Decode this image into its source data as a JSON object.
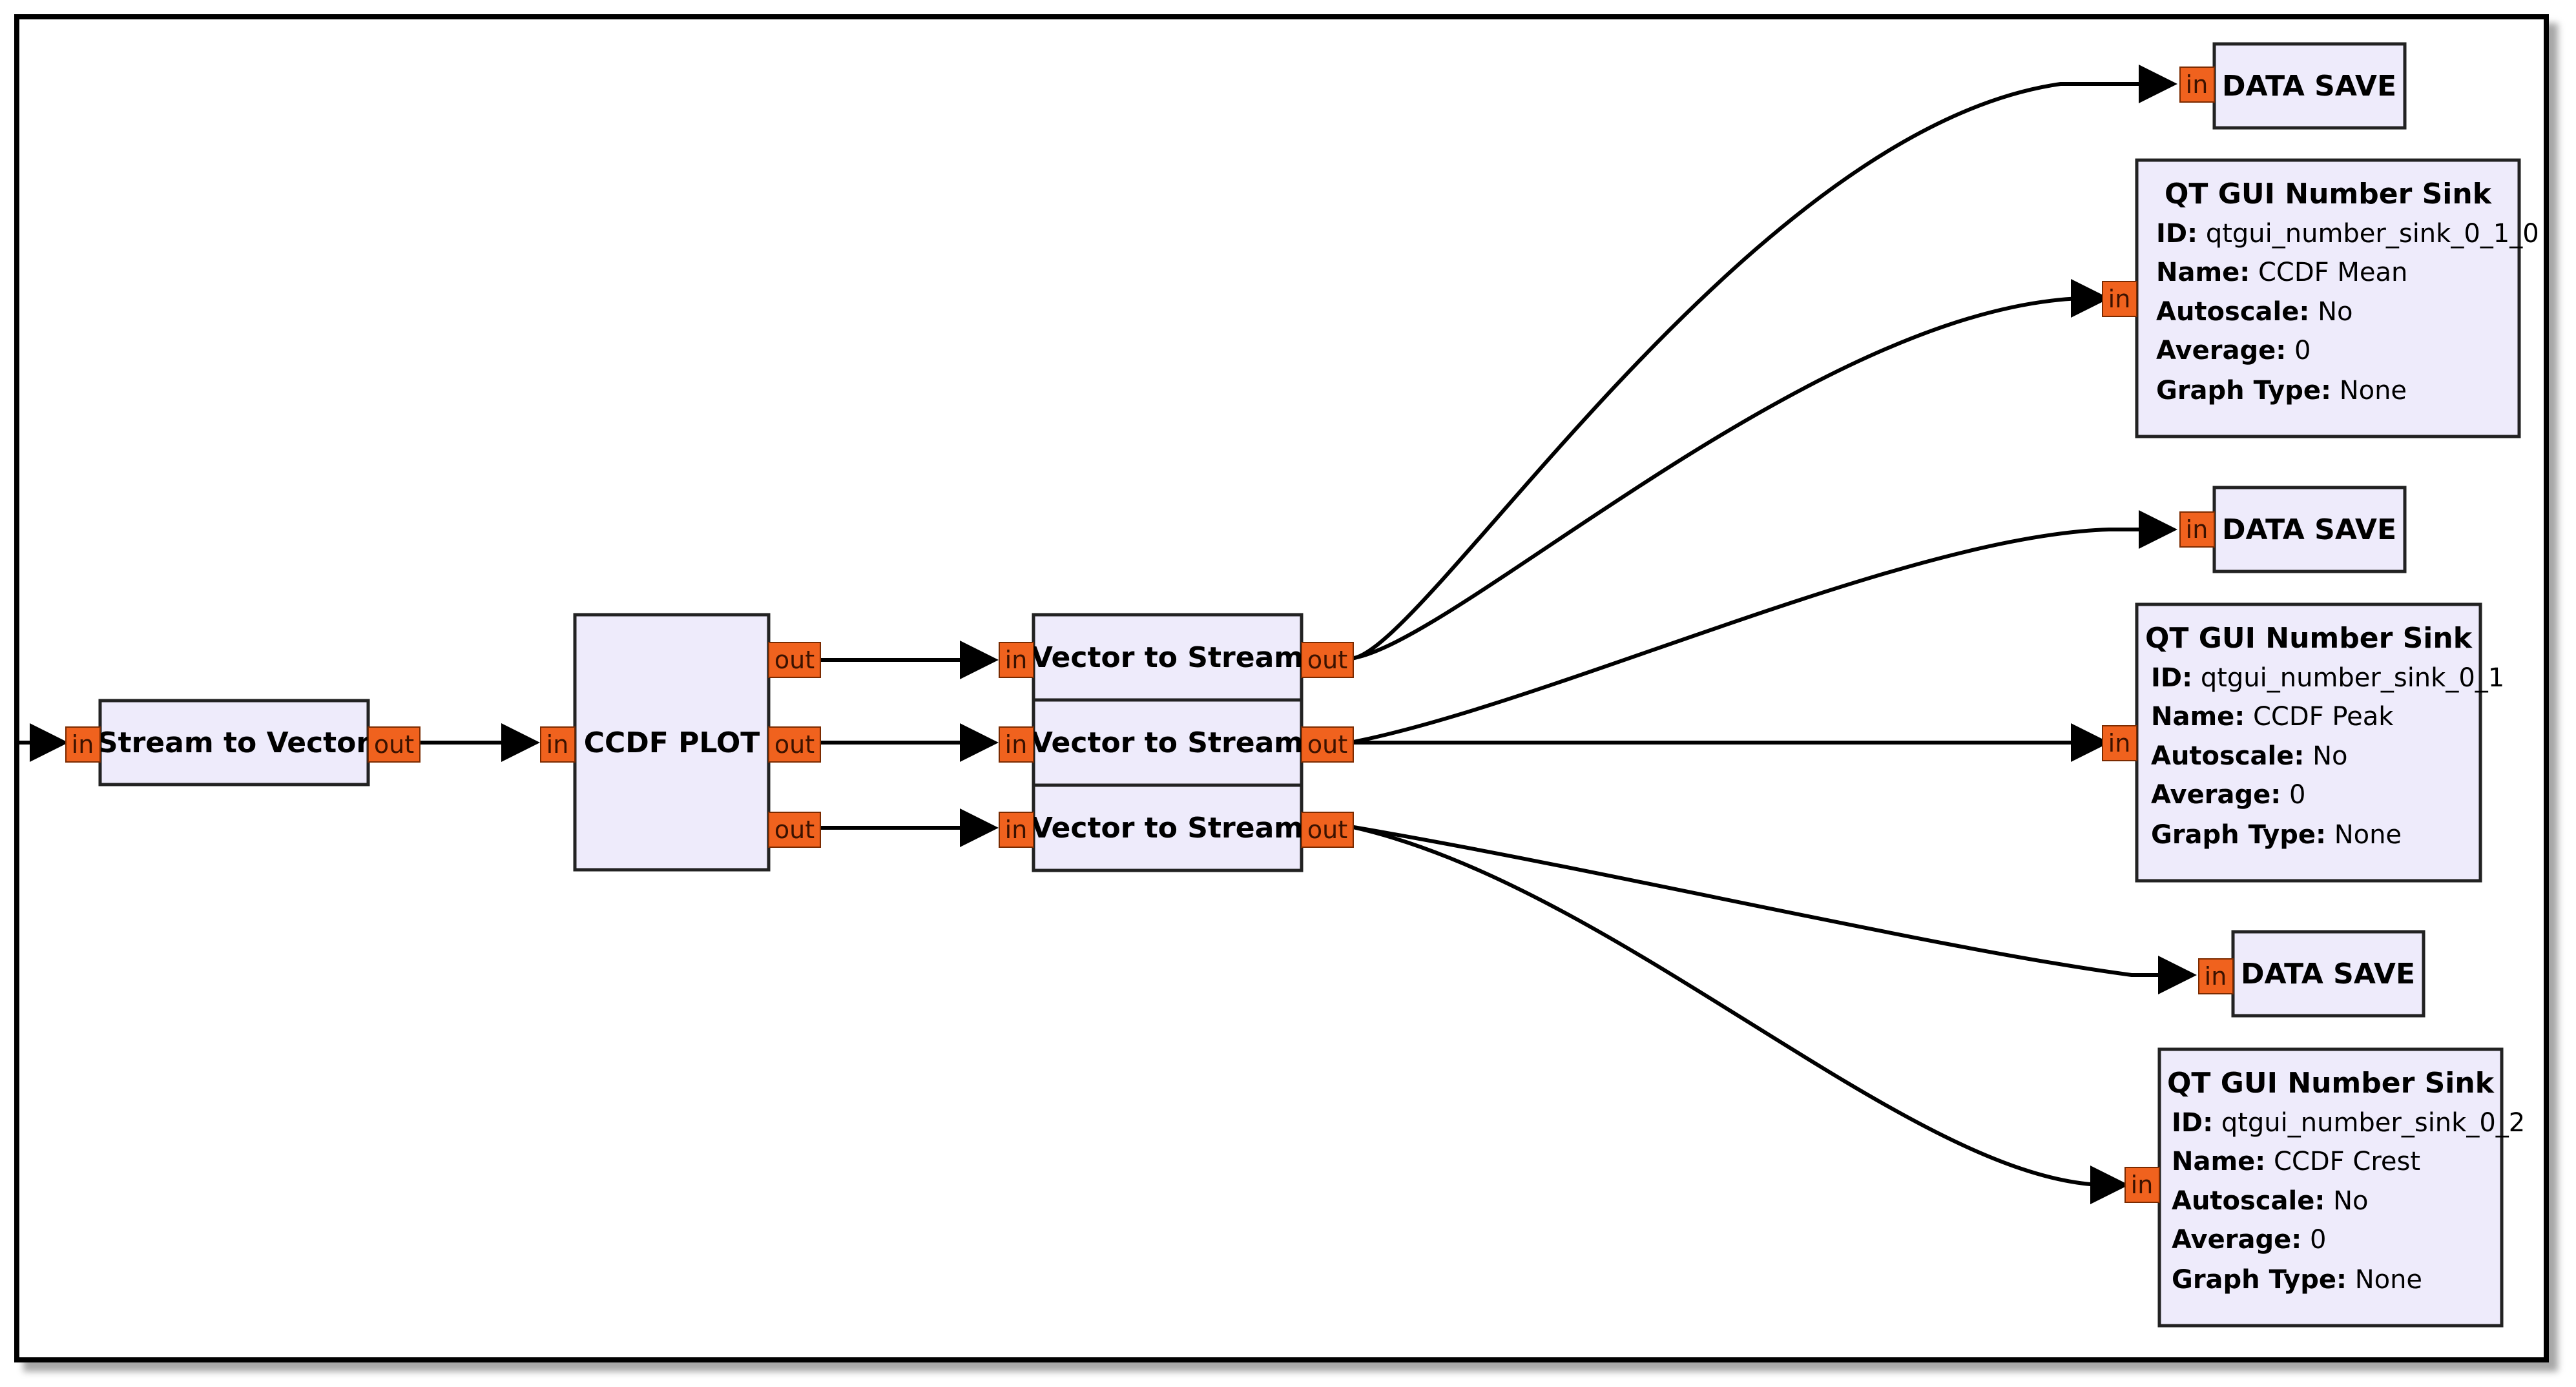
{
  "blocks": {
    "stream_to_vector": {
      "title": "Stream to Vector"
    },
    "ccdf_plot": {
      "title": "CCDF PLOT"
    },
    "vec_to_stream_1": {
      "title": "Vector to Stream"
    },
    "vec_to_stream_2": {
      "title": "Vector to Stream"
    },
    "vec_to_stream_3": {
      "title": "Vector to Stream"
    },
    "data_save_1": {
      "title": "DATA SAVE"
    },
    "data_save_2": {
      "title": "DATA SAVE"
    },
    "data_save_3": {
      "title": "DATA SAVE"
    },
    "number_sink_1": {
      "title": "QT GUI Number Sink",
      "params": [
        {
          "key": "ID:",
          "value": "qtgui_number_sink_0_1_0"
        },
        {
          "key": "Name:",
          "value": "CCDF  Mean"
        },
        {
          "key": "Autoscale:",
          "value": "No"
        },
        {
          "key": "Average:",
          "value": "0"
        },
        {
          "key": "Graph Type:",
          "value": "None"
        }
      ]
    },
    "number_sink_2": {
      "title": "QT GUI Number Sink",
      "params": [
        {
          "key": "ID:",
          "value": "qtgui_number_sink_0_1"
        },
        {
          "key": "Name:",
          "value": "CCDF  Peak"
        },
        {
          "key": "Autoscale:",
          "value": "No"
        },
        {
          "key": "Average:",
          "value": "0"
        },
        {
          "key": "Graph Type:",
          "value": "None"
        }
      ]
    },
    "number_sink_3": {
      "title": "QT GUI Number Sink",
      "params": [
        {
          "key": "ID:",
          "value": "qtgui_number_sink_0_2"
        },
        {
          "key": "Name:",
          "value": "CCDF  Crest"
        },
        {
          "key": "Autoscale:",
          "value": "No"
        },
        {
          "key": "Average:",
          "value": "0"
        },
        {
          "key": "Graph Type:",
          "value": "None"
        }
      ]
    }
  },
  "ports": {
    "in_label": "in",
    "out_label": "out"
  },
  "colors": {
    "port_fill": "#f0621e",
    "block_fill": "#eeebfb",
    "wire": "#000000"
  }
}
